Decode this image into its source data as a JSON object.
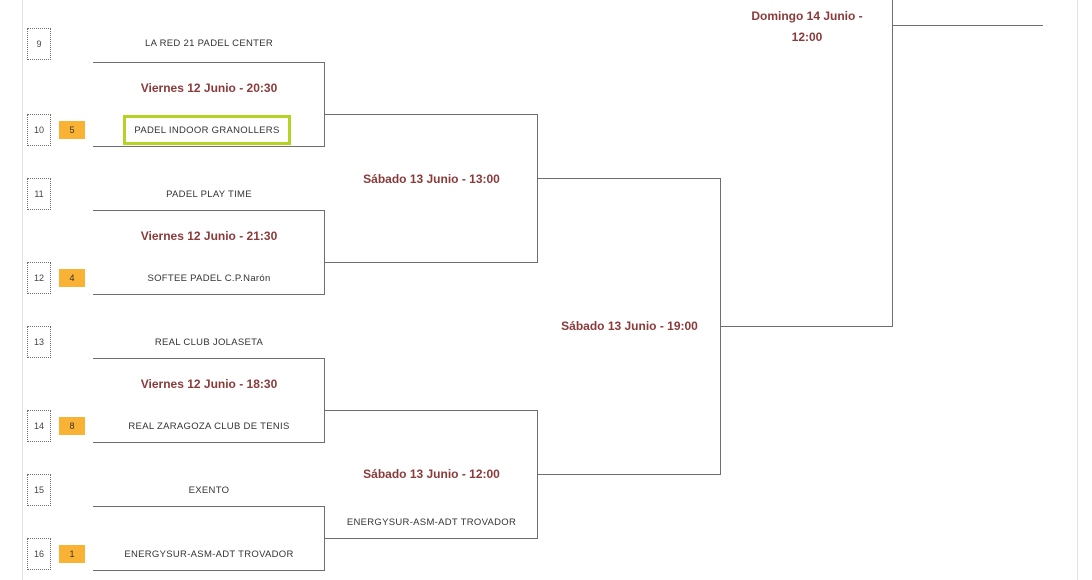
{
  "rows": [
    {
      "seed": "9",
      "badge": "",
      "team": "LA RED 21 PADEL CENTER"
    },
    {
      "seed": "10",
      "badge": "5",
      "team": "PADEL INDOOR GRANOLLERS"
    },
    {
      "seed": "11",
      "badge": "",
      "team": "PADEL PLAY TIME"
    },
    {
      "seed": "12",
      "badge": "4",
      "team": "SOFTEE PADEL C.P.Narón"
    },
    {
      "seed": "13",
      "badge": "",
      "team": "REAL CLUB JOLASETA"
    },
    {
      "seed": "14",
      "badge": "8",
      "team": "REAL ZARAGOZA CLUB DE TENIS"
    },
    {
      "seed": "15",
      "badge": "",
      "team": "EXENTO"
    },
    {
      "seed": "16",
      "badge": "1",
      "team": "ENERGYSUR-ASM-ADT TROVADOR"
    }
  ],
  "round1_times": [
    "Viernes 12 Junio - 20:30",
    "Viernes 12 Junio - 21:30",
    "Viernes 12 Junio - 18:30"
  ],
  "round2": {
    "time_a": "Sábado 13 Junio - 13:00",
    "time_b": "Sábado 13 Junio - 12:00",
    "winner_b": "ENERGYSUR-ASM-ADT TROVADOR"
  },
  "round3": {
    "time": "Sábado 13 Junio - 19:00"
  },
  "final": {
    "time_line1": "Domingo 14 Junio -",
    "time_line2": "12:00"
  }
}
